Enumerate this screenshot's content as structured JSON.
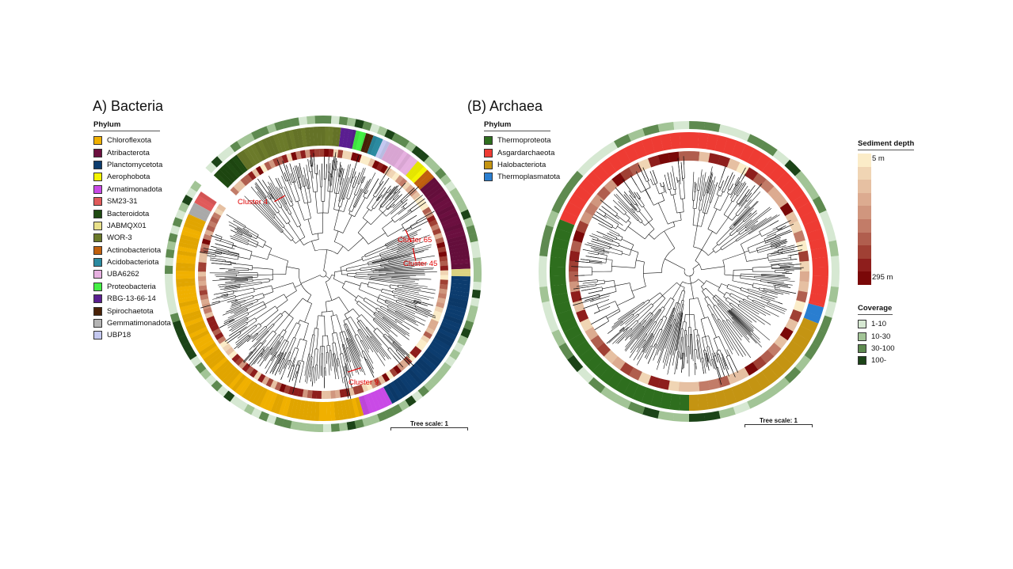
{
  "panel_a": {
    "title": "A) Bacteria",
    "legend_title": "Phylum",
    "phyla": [
      {
        "name": "Chloroflexota",
        "color": "#f0b000"
      },
      {
        "name": "Atribacterota",
        "color": "#6b0f3f"
      },
      {
        "name": "Planctomycetota",
        "color": "#0c3c6e"
      },
      {
        "name": "Aerophobota",
        "color": "#f4f400"
      },
      {
        "name": "Armatimonadota",
        "color": "#c94ae6"
      },
      {
        "name": "SM23-31",
        "color": "#e05a5a"
      },
      {
        "name": "Bacteroidota",
        "color": "#1f4a12"
      },
      {
        "name": "JABMQX01",
        "color": "#e8e08a"
      },
      {
        "name": "WOR-3",
        "color": "#6b7a2a"
      },
      {
        "name": "Actinobacteriota",
        "color": "#c0600e"
      },
      {
        "name": "Acidobacteriota",
        "color": "#2a8aa0"
      },
      {
        "name": "UBA6262",
        "color": "#e6b0e0"
      },
      {
        "name": "Proteobacteria",
        "color": "#44f044"
      },
      {
        "name": "RBG-13-66-14",
        "color": "#5a1e90"
      },
      {
        "name": "Spirochaetota",
        "color": "#4a2208"
      },
      {
        "name": "Gemmatimonadota",
        "color": "#b4b4b4"
      },
      {
        "name": "UBP18",
        "color": "#c4c8f0"
      }
    ],
    "clusters": [
      "Cluster 4",
      "Cluster 65",
      "Cluster 45",
      "Cluster 9"
    ],
    "cluster_color": "#e00000",
    "scale_label": "Tree scale: 1"
  },
  "panel_b": {
    "title": "(B) Archaea",
    "legend_title": "Phylum",
    "phyla": [
      {
        "name": "Thermoproteota",
        "color": "#2e6e1e"
      },
      {
        "name": "Asgardarchaeota",
        "color": "#ee3b33"
      },
      {
        "name": "Halobacteriota",
        "color": "#c49412"
      },
      {
        "name": "Thermoplasmatota",
        "color": "#2a7ed0"
      }
    ],
    "scale_label": "Tree scale: 1"
  },
  "sediment_depth": {
    "title": "Sediment depth",
    "top_label": "5 m",
    "bottom_label": "295 m",
    "colors": [
      "#fbecc8",
      "#f0d5b4",
      "#e6c0a2",
      "#dcab90",
      "#d0967e",
      "#c27c68",
      "#b05e4e",
      "#a04034",
      "#8e1e1c",
      "#7a0808"
    ]
  },
  "coverage": {
    "title": "Coverage",
    "items": [
      {
        "label": "1-10",
        "color": "#d6e8d2"
      },
      {
        "label": "10-30",
        "color": "#a2c496"
      },
      {
        "label": "30-100",
        "color": "#5e8a50"
      },
      {
        "label": "100-",
        "color": "#1c4418"
      }
    ]
  }
}
